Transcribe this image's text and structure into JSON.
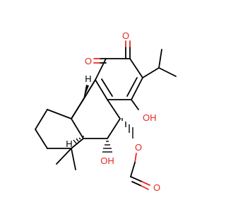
{
  "atoms": {
    "o_ketone_top": "O",
    "o_ketone_left": "O",
    "oh_ring": "OH",
    "oh_bottom": "OH",
    "o_ester": "O",
    "o_formyl": "O",
    "h_upper": "H",
    "h_lower": "H"
  },
  "colors": {
    "bond": "#000000",
    "oxygen": "#e8281e"
  }
}
